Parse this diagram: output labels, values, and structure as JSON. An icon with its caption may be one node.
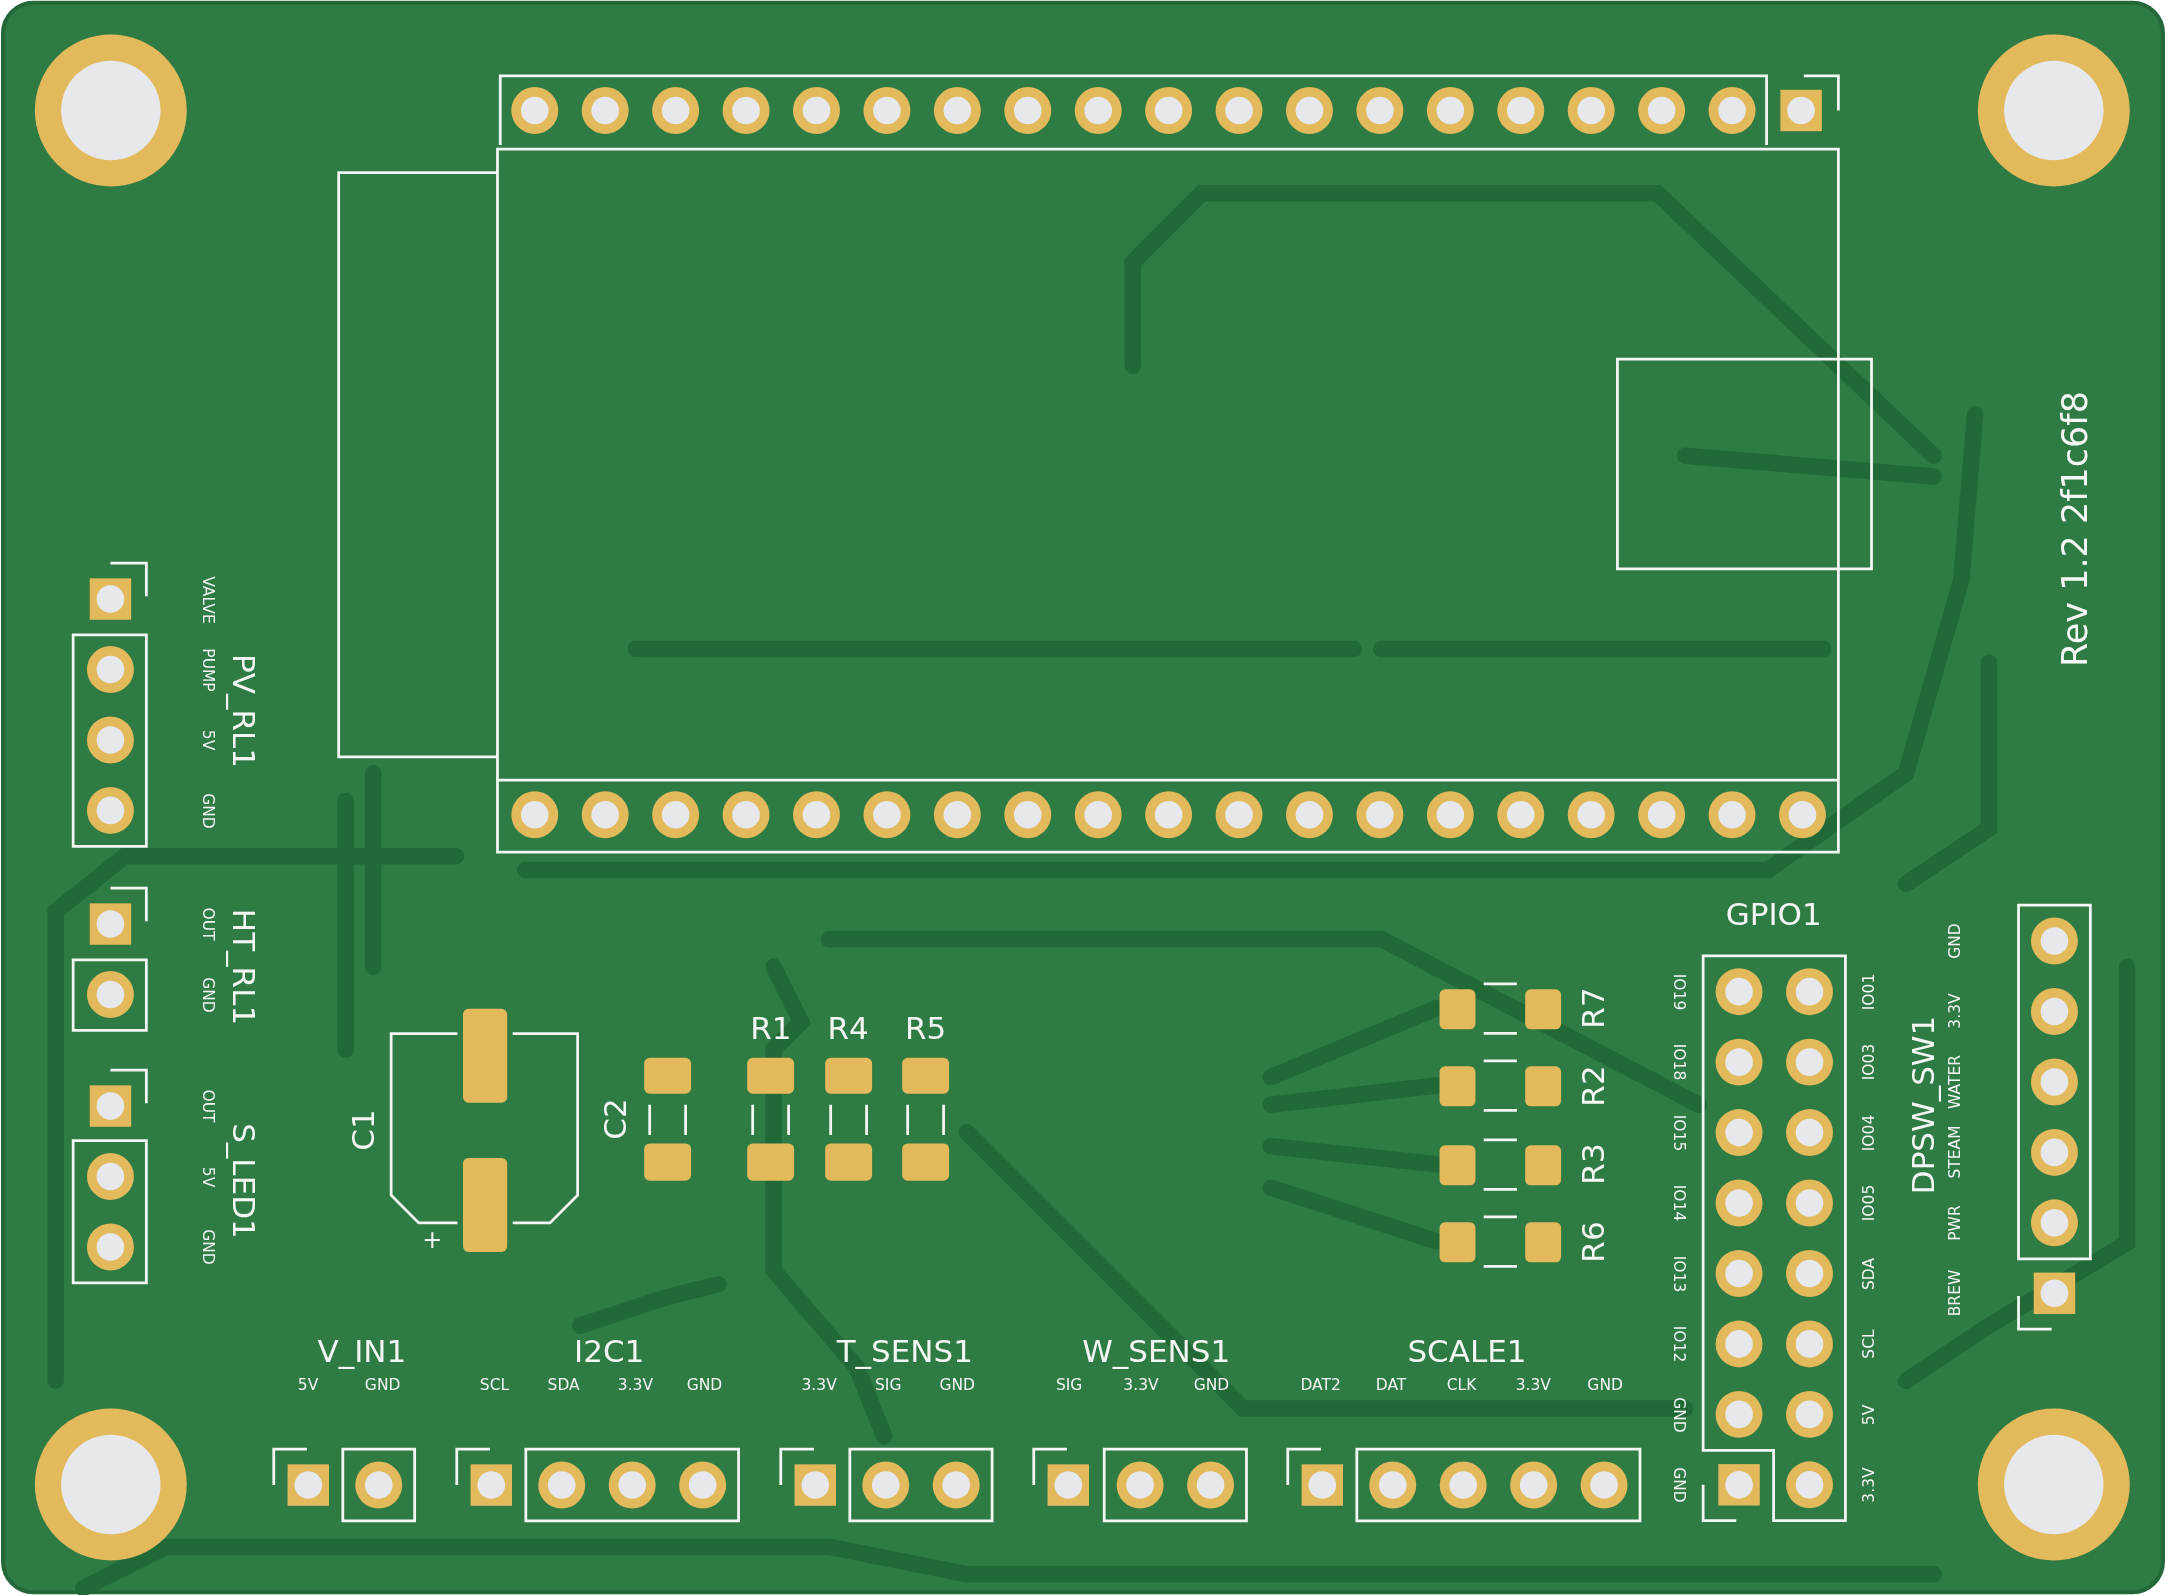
{
  "diagram": {
    "nodes": [
      {
        "text": [
          "PV_RL1",
          "VALVE",
          "PUMP",
          "5V",
          "GND"
        ]
      },
      {
        "text": [
          "HT_RL1",
          "OUT",
          "GND"
        ]
      },
      {
        "text": [
          "S_LED1",
          "OUT",
          "5V",
          "GND"
        ]
      },
      {
        "text": [
          "C1",
          "+"
        ]
      },
      {
        "text": [
          "C2"
        ]
      },
      {
        "text": [
          "R1"
        ]
      },
      {
        "text": [
          "R4"
        ]
      },
      {
        "text": [
          "R5"
        ]
      },
      {
        "text": [
          "R7"
        ]
      },
      {
        "text": [
          "R2"
        ]
      },
      {
        "text": [
          "R3"
        ]
      },
      {
        "text": [
          "R6"
        ]
      },
      {
        "text": [
          "V_IN1",
          "5V",
          "GND"
        ]
      },
      {
        "text": [
          "I2C1",
          "SCL",
          "SDA",
          "3.3V",
          "GND"
        ]
      },
      {
        "text": [
          "T_SENS1",
          "3.3V",
          "SIG",
          "GND"
        ]
      },
      {
        "text": [
          "W_SENS1",
          "SIG",
          "3.3V",
          "GND"
        ]
      },
      {
        "text": [
          "SCALE1",
          "DAT2",
          "DAT",
          "CLK",
          "3.3V",
          "GND"
        ]
      },
      {
        "text": [
          "GPIO1",
          "IO19",
          "IO18",
          "IO15",
          "IO14",
          "IO13",
          "IO12",
          "GND",
          "GND",
          "IO01",
          "IO03",
          "IO04",
          "IO05",
          "SDA",
          "SCL",
          "5V",
          "3.3V"
        ]
      },
      {
        "text": [
          "DPSW_SW1",
          "BREW",
          "PWR",
          "STEAM",
          "WATER",
          "3.3V",
          "GND"
        ]
      }
    ],
    "edges": [],
    "labels": [
      "Rev 1.2 2f1c6f8"
    ]
  }
}
